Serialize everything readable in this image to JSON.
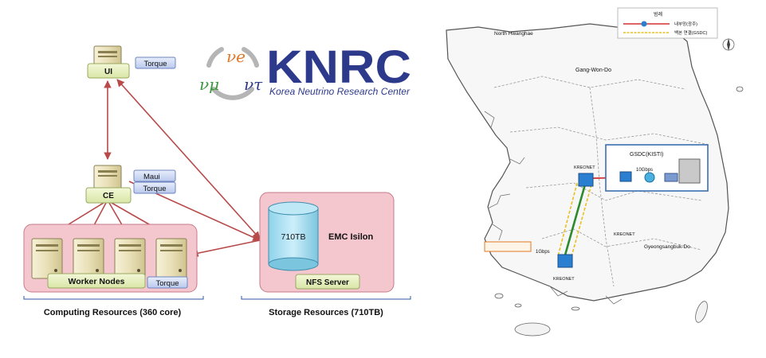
{
  "cluster": {
    "ui": "UI",
    "ce": "CE",
    "torque": "Torque",
    "maui": "Maui",
    "worker_nodes": "Worker Nodes",
    "storage_capacity": "710TB",
    "storage_name": "EMC Isilon",
    "nfs_server": "NFS Server",
    "computing_caption": "Computing Resources (360 core)",
    "storage_caption": "Storage Resources (710TB)"
  },
  "logo": {
    "name": "KNRC",
    "subtitle": "Korea Neutrino Research Center",
    "nu_e": "νe",
    "nu_mu": "νμ",
    "nu_tau": "ντ",
    "colors": {
      "brand": "#2d3a8c",
      "nu_e": "#e0782a",
      "nu_mu": "#3a9a3a",
      "nu_tau": "#2d3a8c"
    }
  },
  "map": {
    "north_label": "North Hwanghae",
    "province_gangwon": "Gang-Won-Do",
    "province_gyeongsang": "Gyeongsangbuk-Do",
    "node_top": "KREONET",
    "node_bottom": "KREONET",
    "kisti_box": "GSDC(KISTI)",
    "bandwidth_1": "10Gbps",
    "bandwidth_2": "1Gbps",
    "korea_link": "KREONET",
    "left_box": "",
    "legend_title": "범례",
    "legend_item_1": "내부망(광주)",
    "legend_item_2": "백본 연결(GSDC)",
    "colors": {
      "backbone": "#d03030",
      "link_green": "#2d8a2d",
      "link_yellow": "#e8c020",
      "node": "#2a7fd0"
    }
  }
}
